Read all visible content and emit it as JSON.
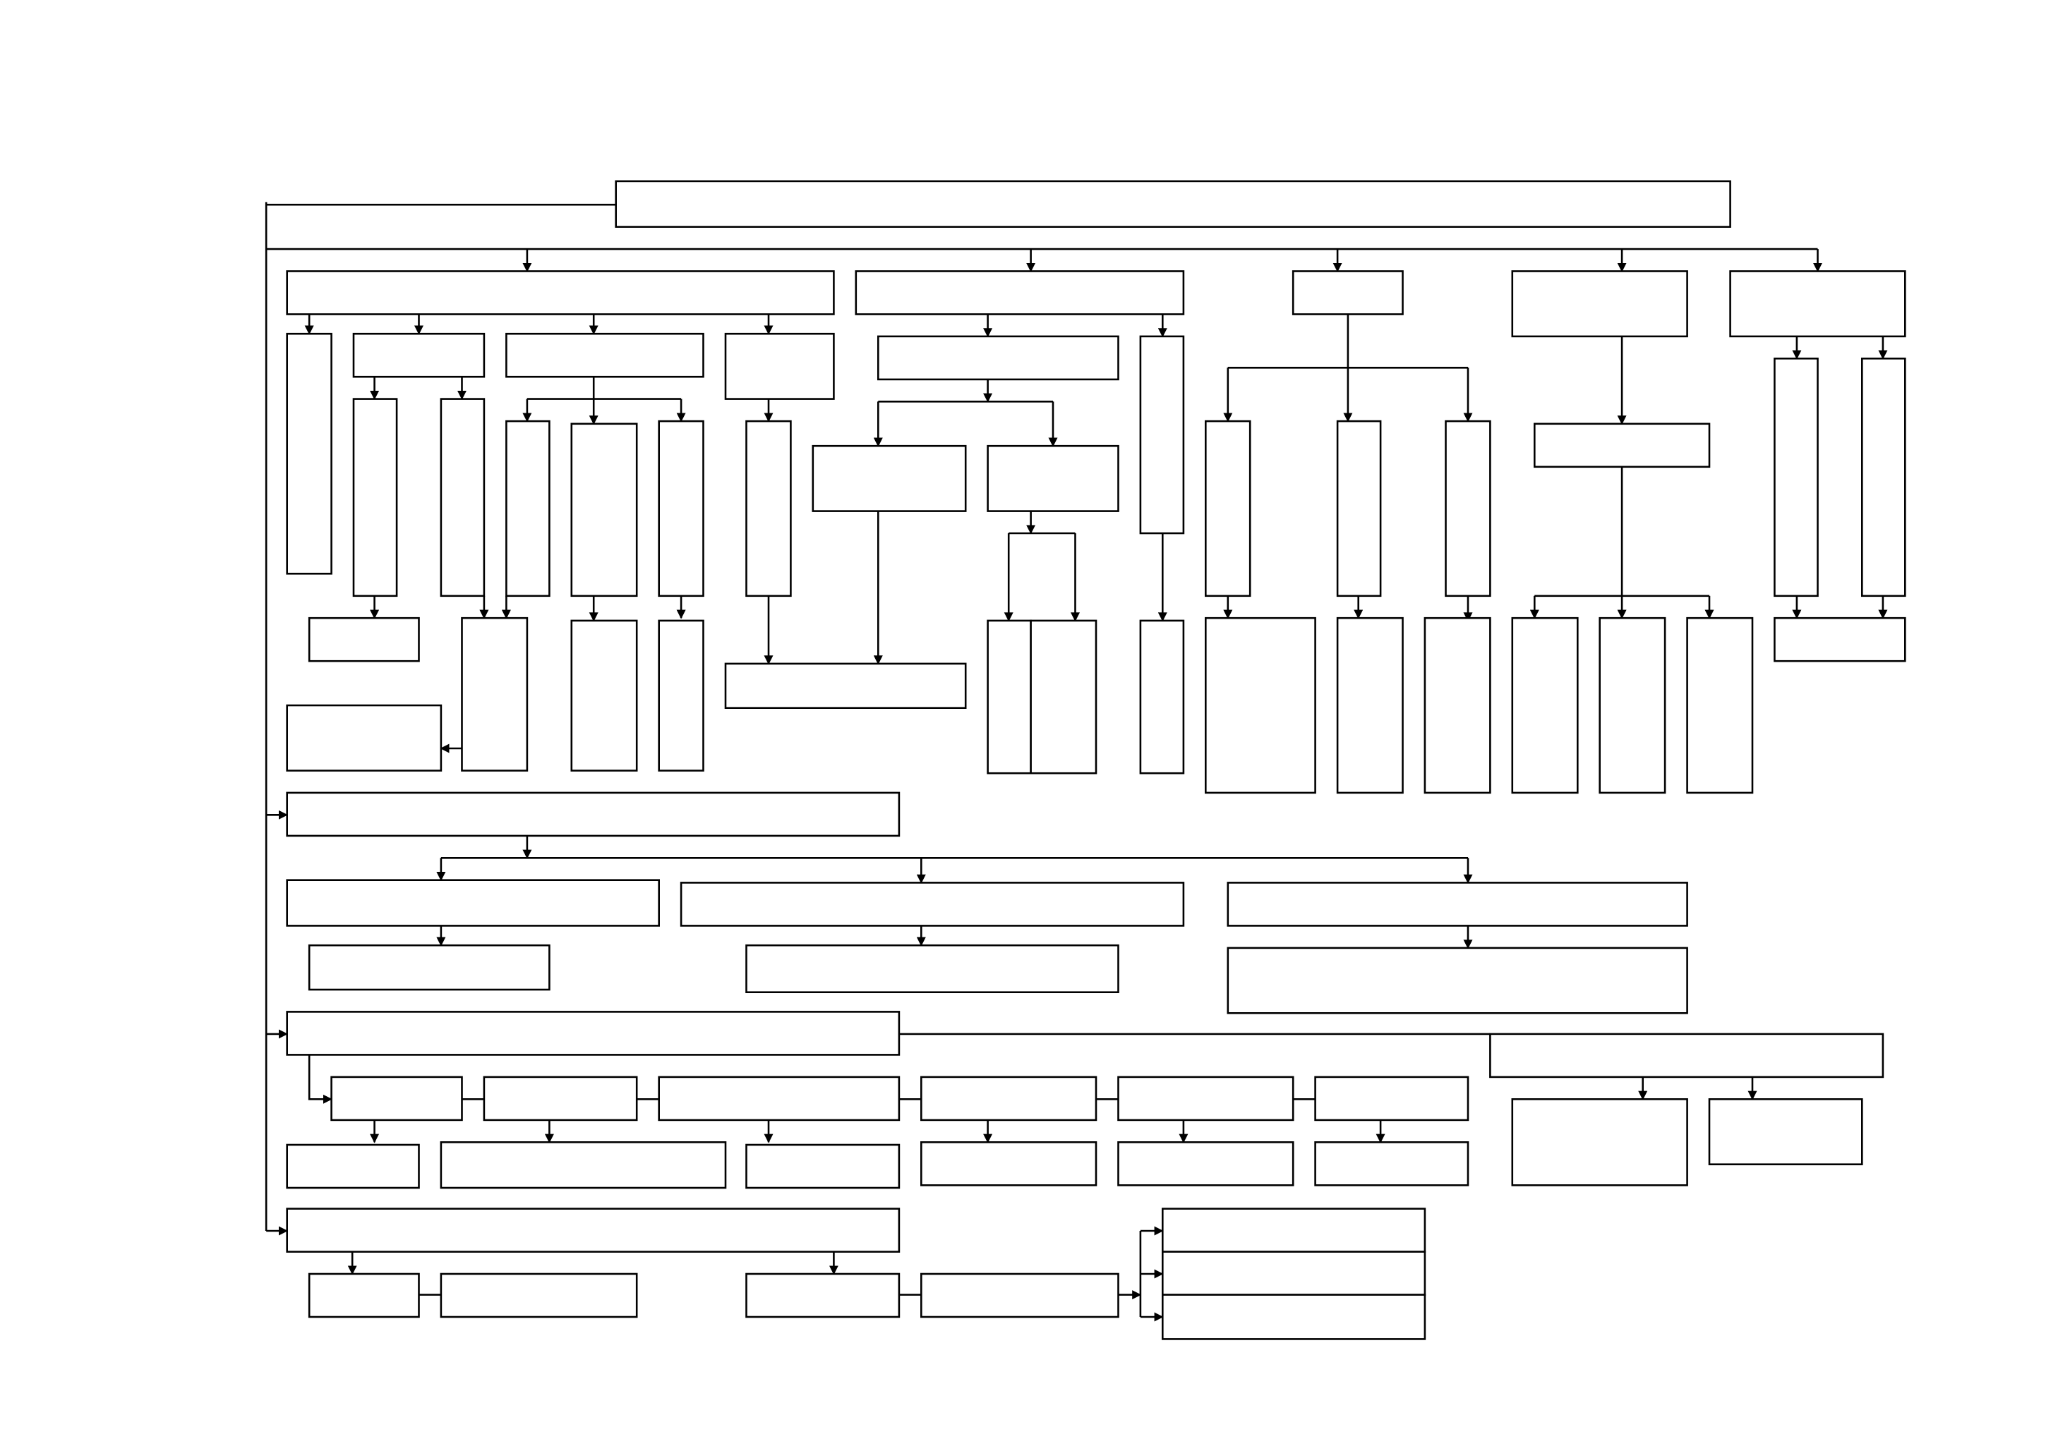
{
  "diagram": {
    "type": "organizational chart",
    "boxes": [
      {
        "id": "b01",
        "label": ""
      },
      {
        "id": "b02",
        "label": ""
      },
      {
        "id": "b03",
        "label": ""
      },
      {
        "id": "b04",
        "label": ""
      },
      {
        "id": "b05",
        "label": ""
      },
      {
        "id": "b06",
        "label": ""
      },
      {
        "id": "b07",
        "label": ""
      },
      {
        "id": "b08",
        "label": ""
      },
      {
        "id": "b09",
        "label": ""
      },
      {
        "id": "b10",
        "label": ""
      },
      {
        "id": "b11",
        "label": ""
      },
      {
        "id": "b12",
        "label": ""
      },
      {
        "id": "b13",
        "label": ""
      },
      {
        "id": "b14",
        "label": ""
      },
      {
        "id": "b15",
        "label": ""
      },
      {
        "id": "b16",
        "label": ""
      },
      {
        "id": "b17",
        "label": ""
      },
      {
        "id": "b18",
        "label": ""
      },
      {
        "id": "b19",
        "label": ""
      },
      {
        "id": "b20",
        "label": ""
      },
      {
        "id": "b21",
        "label": ""
      },
      {
        "id": "b22",
        "label": ""
      },
      {
        "id": "b23",
        "label": ""
      },
      {
        "id": "b24",
        "label": ""
      },
      {
        "id": "b25",
        "label": ""
      },
      {
        "id": "b26",
        "label": ""
      },
      {
        "id": "b27",
        "label": ""
      },
      {
        "id": "b28",
        "label": ""
      },
      {
        "id": "b29",
        "label": ""
      },
      {
        "id": "b30",
        "label": ""
      },
      {
        "id": "b31",
        "label": ""
      },
      {
        "id": "b32",
        "label": ""
      },
      {
        "id": "b33",
        "label": ""
      },
      {
        "id": "b34",
        "label": ""
      },
      {
        "id": "b35",
        "label": ""
      },
      {
        "id": "b36",
        "label": ""
      },
      {
        "id": "b37",
        "label": ""
      },
      {
        "id": "b38",
        "label": ""
      },
      {
        "id": "b39",
        "label": ""
      },
      {
        "id": "b40",
        "label": ""
      },
      {
        "id": "b41",
        "label": ""
      },
      {
        "id": "b42",
        "label": ""
      },
      {
        "id": "b43",
        "label": ""
      },
      {
        "id": "b44",
        "label": ""
      },
      {
        "id": "b45",
        "label": ""
      },
      {
        "id": "b46",
        "label": ""
      },
      {
        "id": "b47",
        "label": ""
      },
      {
        "id": "b48",
        "label": ""
      },
      {
        "id": "b49",
        "label": ""
      },
      {
        "id": "b50",
        "label": ""
      },
      {
        "id": "b51",
        "label": ""
      },
      {
        "id": "b52",
        "label": ""
      },
      {
        "id": "b53",
        "label": ""
      },
      {
        "id": "b54",
        "label": ""
      },
      {
        "id": "b55",
        "label": ""
      },
      {
        "id": "b56",
        "label": ""
      },
      {
        "id": "b57",
        "label": ""
      },
      {
        "id": "b58",
        "label": ""
      },
      {
        "id": "b59",
        "label": ""
      },
      {
        "id": "b60",
        "label": ""
      },
      {
        "id": "b61",
        "label": ""
      },
      {
        "id": "b62",
        "label": ""
      },
      {
        "id": "b63",
        "label": ""
      },
      {
        "id": "b64",
        "label": ""
      },
      {
        "id": "b65",
        "label": ""
      },
      {
        "id": "b66",
        "label": ""
      },
      {
        "id": "b67",
        "label": ""
      },
      {
        "id": "b68",
        "label": ""
      },
      {
        "id": "b69",
        "label": ""
      },
      {
        "id": "b70",
        "label": ""
      },
      {
        "id": "b71",
        "label": ""
      },
      {
        "id": "b72",
        "label": ""
      },
      {
        "id": "b73",
        "label": ""
      },
      {
        "id": "b74",
        "label": ""
      },
      {
        "id": "b75",
        "label": ""
      },
      {
        "id": "b76",
        "label": ""
      },
      {
        "id": "b77",
        "label": ""
      },
      {
        "id": "b78",
        "label": ""
      },
      {
        "id": "b79",
        "label": ""
      },
      {
        "id": "b80",
        "label": ""
      }
    ]
  }
}
